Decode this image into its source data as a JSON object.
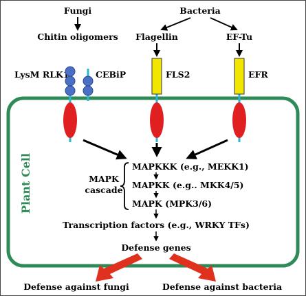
{
  "labels": {
    "fungi": "Fungi",
    "bacteria": "Bacteria",
    "chitin": "Chitin oligomers",
    "flagellin": "Flagellin",
    "eftu": "EF-Tu",
    "lysm": "LysM RLK1",
    "cebip": "CEBiP",
    "fls2": "FLS2",
    "efr": "EFR",
    "plant_cell": "Plant Cell",
    "mapkkk": "MAPKKK (e.g., MEKK1)",
    "mapkk": "MAPKK (e.g.. MKK4/5)",
    "mapk": "MAPK (MPK3/6)",
    "mapk_title": "MAPK",
    "cascade": "cascade",
    "tfs": "Transcription factors (e.g., WRKY TFs)",
    "defense_genes": "Defense genes",
    "def_fungi": "Defense against fungi",
    "def_bacteria": "Defense against bacteria"
  },
  "colors": {
    "cell_border": "#2e8b57",
    "plant_cell_text": "#2e8b57",
    "chitin_bead": "#4a6fc4",
    "receptor_yellow": "#f2e600",
    "kinase_red": "#e02020",
    "stalk": "#29b6d6",
    "output_arrow": "#e0301e"
  }
}
